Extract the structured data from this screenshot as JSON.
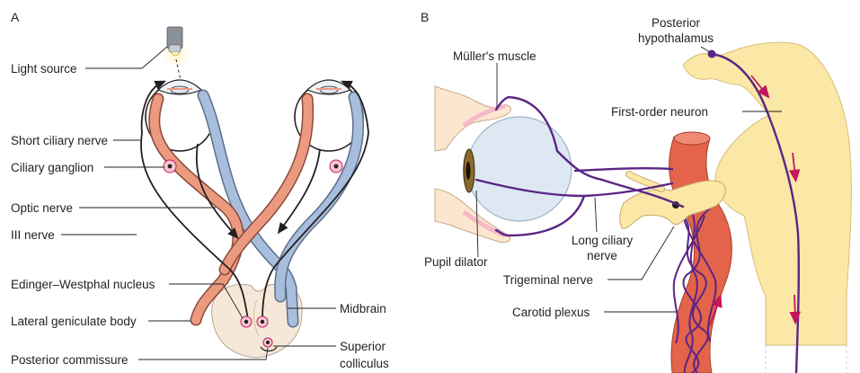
{
  "panels": {
    "a": "A",
    "b": "B"
  },
  "panel_a": {
    "light_source": "Light source",
    "short_ciliary_nerve": "Short ciliary nerve",
    "ciliary_ganglion": "Ciliary ganglion",
    "optic_nerve": "Optic nerve",
    "iii_nerve": "III nerve",
    "edinger_westphal": "Edinger–Westphal nucleus",
    "lateral_geniculate": "Lateral geniculate body",
    "posterior_commissure": "Posterior commissure",
    "midbrain": "Midbrain",
    "superior_colliculus_1": "Superior",
    "superior_colliculus_2": "colliculus"
  },
  "panel_b": {
    "posterior_hypothalamus_1": "Posterior",
    "posterior_hypothalamus_2": "hypothalamus",
    "mullers_muscle": "Müller's muscle",
    "first_order_neuron": "First-order neuron",
    "pupil_dilator": "Pupil dilator",
    "long_ciliary_1": "Long ciliary",
    "long_ciliary_2": "nerve",
    "trigeminal_nerve": "Trigeminal nerve",
    "carotid_plexus": "Carotid plexus"
  },
  "colors": {
    "parasympathetic": "#eb9a80",
    "optic": "#a9bedd",
    "sympathetic": "#5b2585",
    "arrow": "#c4175b",
    "brainstem": "#fbe7a6",
    "midbrain": "#f6e8d9",
    "eye": "#dde8f3",
    "artery": "#e3644a"
  }
}
